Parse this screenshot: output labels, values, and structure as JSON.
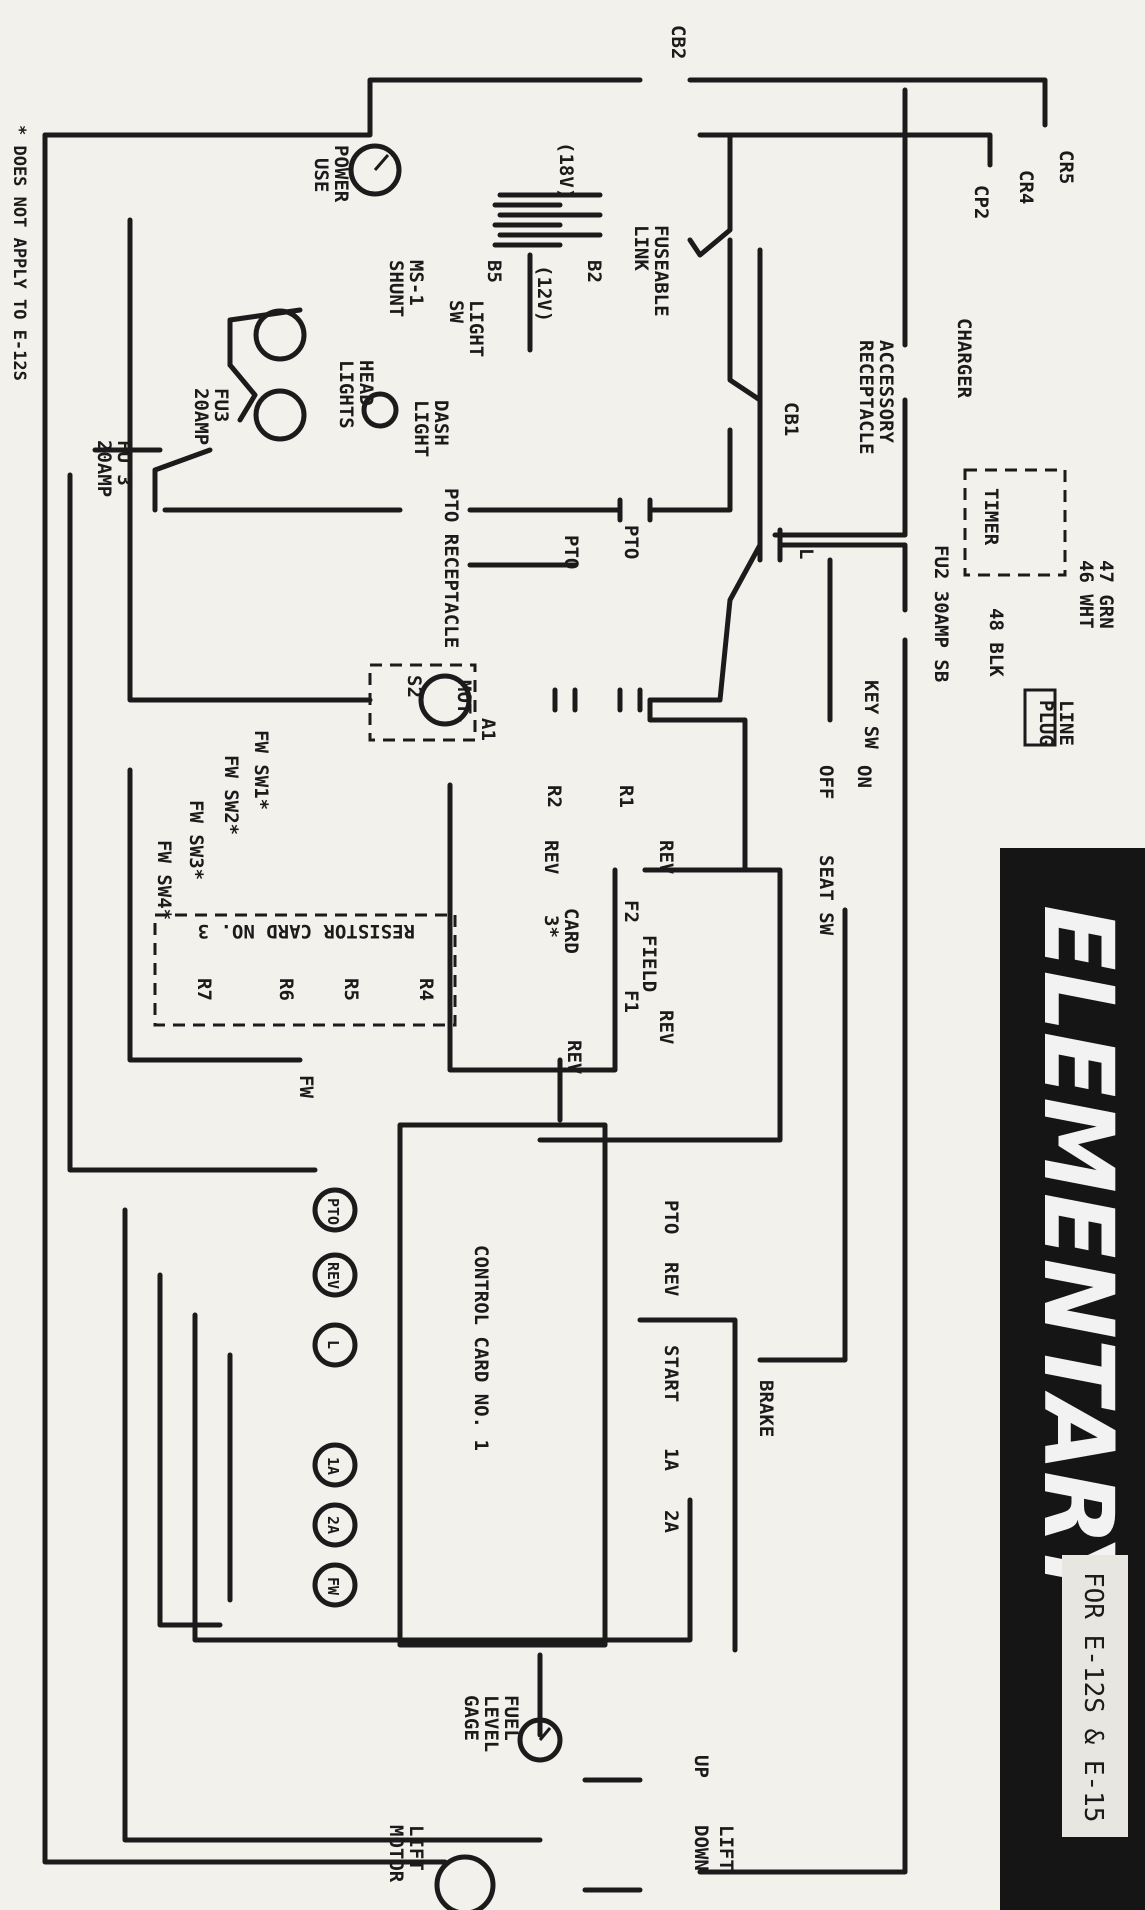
{
  "title": "ELEMENTARY",
  "subtitle": "FOR E-12S & E-15",
  "footnote": "* DOES NOT APPLY TO E-12S",
  "components": {
    "cb2": "CB2",
    "cb1": "CB1",
    "charger": "CHARGER",
    "timer": "TIMER",
    "line_plug": [
      "LINE",
      "PLUG"
    ],
    "wire_47": "47 GRN",
    "wire_46": "46 WHT",
    "wire_48": "48 BLK",
    "accessory_receptacle": [
      "ACCESSORY",
      "RECEPTACLE"
    ],
    "fuseable_link": [
      "FUSEABLE",
      "LINK"
    ],
    "battery_18v": "(18V)",
    "battery_12v": "(12V)",
    "b2": "B2",
    "b5": "B5",
    "power_use": [
      "POWER",
      "USE"
    ],
    "ms1_shunt": [
      "MS-1",
      "SHUNT"
    ],
    "light_sw": [
      "LIGHT",
      "SW"
    ],
    "dash_light": [
      "DASH",
      "LIGHT"
    ],
    "head_lights": [
      "HEAD",
      "LIGHTS"
    ],
    "fu3_a": [
      "FU3",
      "20AMP"
    ],
    "fu3_b": [
      "FU 3",
      "20AMP"
    ],
    "fu2": "FU2 30AMP SB",
    "pto_receptacle": "PTO RECEPTACLE",
    "pto": "PTO",
    "l": "L",
    "key_sw": "KEY SW",
    "on": "ON",
    "off": "OFF",
    "seat_sw": "SEAT SW",
    "mot": "MOT.",
    "s2": "S2",
    "a1": "A1",
    "r1": "R1",
    "r2": "R2",
    "rev": "REV",
    "field": "FIELD",
    "f1": "F1",
    "f2": "F2",
    "card3": [
      "CARD",
      "3*"
    ],
    "fw_sw": [
      "FW SW1*",
      "FW SW2*",
      "FW SW3*",
      "FW SW4*"
    ],
    "resistors": [
      "R4",
      "R5",
      "R6",
      "R7"
    ],
    "resistor_card": "RESISTOR  CARD  NO. 3",
    "fw": "FW",
    "control_card": "CONTROL  CARD  NO. 1",
    "coils": [
      "PTO",
      "REV",
      "L",
      "1A",
      "2A",
      "FW"
    ],
    "contacts": [
      "PTO",
      "REV",
      "START",
      "BRAKE",
      "1A",
      "2A"
    ],
    "fuel_gage": [
      "FUEL",
      "LEVEL",
      "GAGE"
    ],
    "lift": [
      "LIFT",
      "UP",
      "DOWN"
    ],
    "lift_motor": [
      "LIFT",
      "MOTOR"
    ],
    "cr4": "CR4",
    "cr5": "CR5",
    "cp2": "CP2"
  },
  "colors": {
    "ink": "#1b1b1b",
    "paper": "#f3f1ec",
    "title_bg": "#151515"
  }
}
